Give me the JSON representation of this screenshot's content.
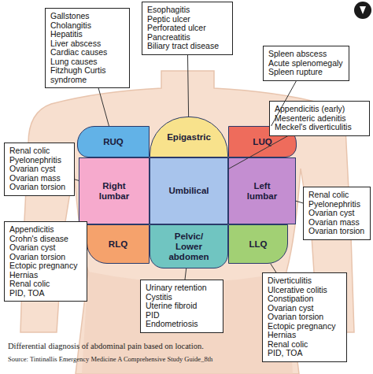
{
  "diagram": {
    "caption": "Differential diagnosis of abdominal pain based on location.",
    "nodes": [
      {
        "text": [
          "Gallstones",
          "Cholangitis",
          "Hepatitis",
          "Liver abscess",
          "Cardiac causes",
          "Lung causes",
          "Fitzhugh Curtis syndrome"
        ]
      },
      {
        "text": [
          "Esophagitis",
          "Peptic ulcer",
          "Perforated ulcer",
          "Pancreatitis",
          "Biliary tract disease"
        ]
      },
      {
        "text": [
          "Spleen abscess",
          "Acute splenomegaly",
          "Spleen rupture"
        ]
      },
      {
        "text": [
          "RUQ"
        ]
      },
      {
        "text": [
          "Epigastric"
        ]
      },
      {
        "text": [
          "LUQ"
        ]
      },
      {
        "text": [
          "Appendicitis (early)",
          "Mesenteric adenitis",
          "Meckel's diverticulitis"
        ]
      },
      {
        "text": [
          "Renal colic",
          "Pyelonephritis",
          "Ovarian cyst",
          "Ovarian mass",
          "Ovarian torsion"
        ]
      },
      {
        "text": [
          "Right lumbar"
        ]
      },
      {
        "text": [
          "Umbilical"
        ]
      },
      {
        "text": [
          "Left lumbar"
        ]
      },
      {
        "text": [
          "Renal colic",
          "Pyelonephritis",
          "Ovarian cyst",
          "Ovarian mass",
          "Ovarian torsion"
        ]
      },
      {
        "text": [
          "Appendicitis",
          "Crohn's disease",
          "Ovarian cyst",
          "Ovarian torsion",
          "Ectopic pregnancy",
          "Hernias",
          "Renal colic",
          "PID, TOA"
        ]
      },
      {
        "text": [
          "RLQ"
        ]
      },
      {
        "text": [
          "Pelvic/ Lower abdomen"
        ]
      },
      {
        "text": [
          "LLQ"
        ]
      },
      {
        "text": [
          "Urinary retention",
          "Cystitis",
          "Uterine fibroid",
          "PID",
          "Endometriosis"
        ]
      },
      {
        "text": [
          "Diverticulitis",
          "Ulcerative colitis",
          "Constipation",
          "Ovarian cyst",
          "Ovarian torsion",
          "Ectopic pregnancy",
          "Hernias",
          "Renal colic",
          "PID, TOA"
        ]
      }
    ],
    "edges": [
      {
        "from": 0,
        "to": 3,
        "arrow": "none"
      },
      {
        "from": 1,
        "to": 4,
        "arrow": "none"
      },
      {
        "from": 2,
        "to": 5,
        "arrow": "none"
      },
      {
        "from": 6,
        "to": 9,
        "arrow": "none"
      },
      {
        "from": 7,
        "to": 8,
        "arrow": "none"
      },
      {
        "from": 11,
        "to": 10,
        "arrow": "none"
      },
      {
        "from": 12,
        "to": 13,
        "arrow": "none"
      },
      {
        "from": 16,
        "to": 14,
        "arrow": "none"
      },
      {
        "from": 17,
        "to": 15,
        "arrow": "none"
      }
    ],
    "labels": [
      "Source: Tintinallis Emergency Medicine A Comprehensive Study Guide_8th"
    ]
  }
}
